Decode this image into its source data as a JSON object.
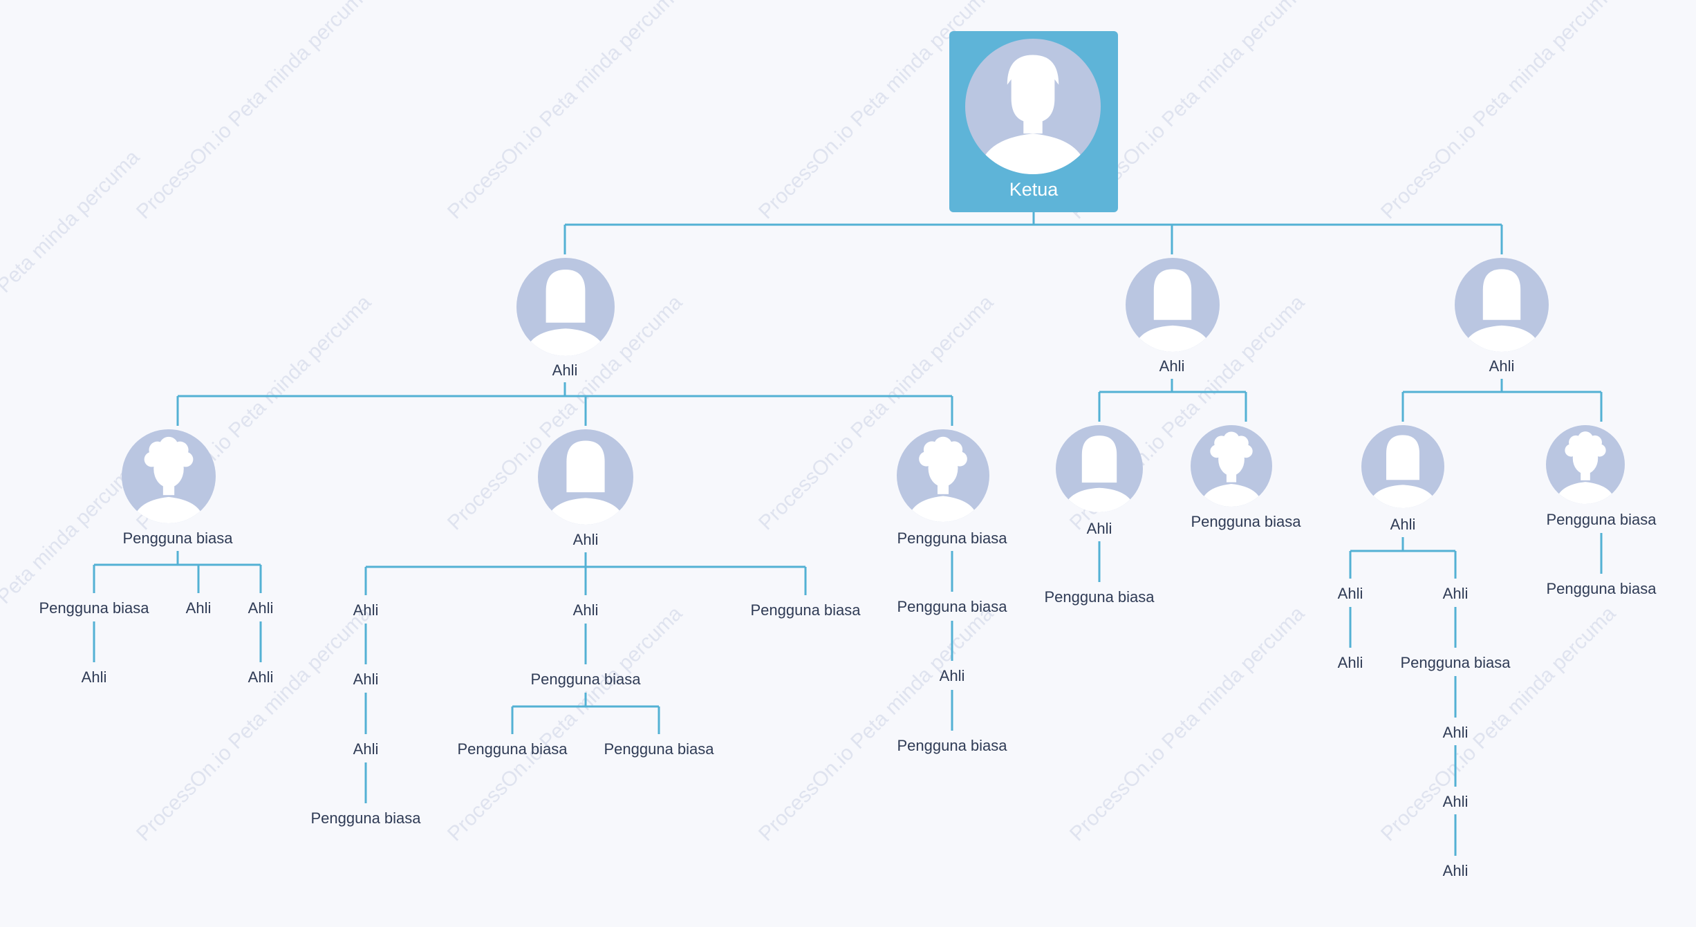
{
  "watermark_text": "ProcessOn.io Peta minda percuma",
  "colors": {
    "background": "#f7f8fc",
    "line": "#53b1d4",
    "root_box": "#5eb4d8",
    "avatar_bg": "#bac6e1",
    "text": "#2f3b55"
  },
  "root": {
    "label": "Ketua",
    "icon": "male-avatar-icon"
  },
  "members": [
    {
      "label": "Ahli",
      "icon": "female-avatar-icon"
    },
    {
      "label": "Ahli",
      "icon": "female-avatar-icon"
    },
    {
      "label": "Ahli",
      "icon": "person-avatar-icon"
    },
    {
      "label": "Pengguna biasa",
      "icon": "curly-hair-avatar-icon"
    },
    {
      "label": "Ahli",
      "icon": "female-avatar-icon"
    },
    {
      "label": "Pengguna biasa",
      "icon": "curly-hair-avatar-icon"
    },
    {
      "label": "Ahli",
      "icon": "female-avatar-icon"
    },
    {
      "label": "Pengguna biasa",
      "icon": "curly-hair-avatar-icon"
    },
    {
      "label": "Ahli",
      "icon": "female-avatar-icon"
    },
    {
      "label": "Pengguna biasa",
      "icon": "curly-hair-avatar-icon"
    }
  ],
  "leaves": [
    "Pengguna biasa",
    "Ahli",
    "Ahli",
    "Ahli",
    "Ahli",
    "Ahli",
    "Ahli",
    "Ahli",
    "Pengguna biasa",
    "Ahli",
    "Pengguna biasa",
    "Pengguna biasa",
    "Pengguna biasa",
    "Pengguna biasa",
    "Pengguna biasa",
    "Ahli",
    "Pengguna biasa",
    "Pengguna biasa",
    "Ahli",
    "Ahli",
    "Ahli",
    "Pengguna biasa",
    "Ahli",
    "Ahli",
    "Ahli",
    "Pengguna biasa"
  ]
}
